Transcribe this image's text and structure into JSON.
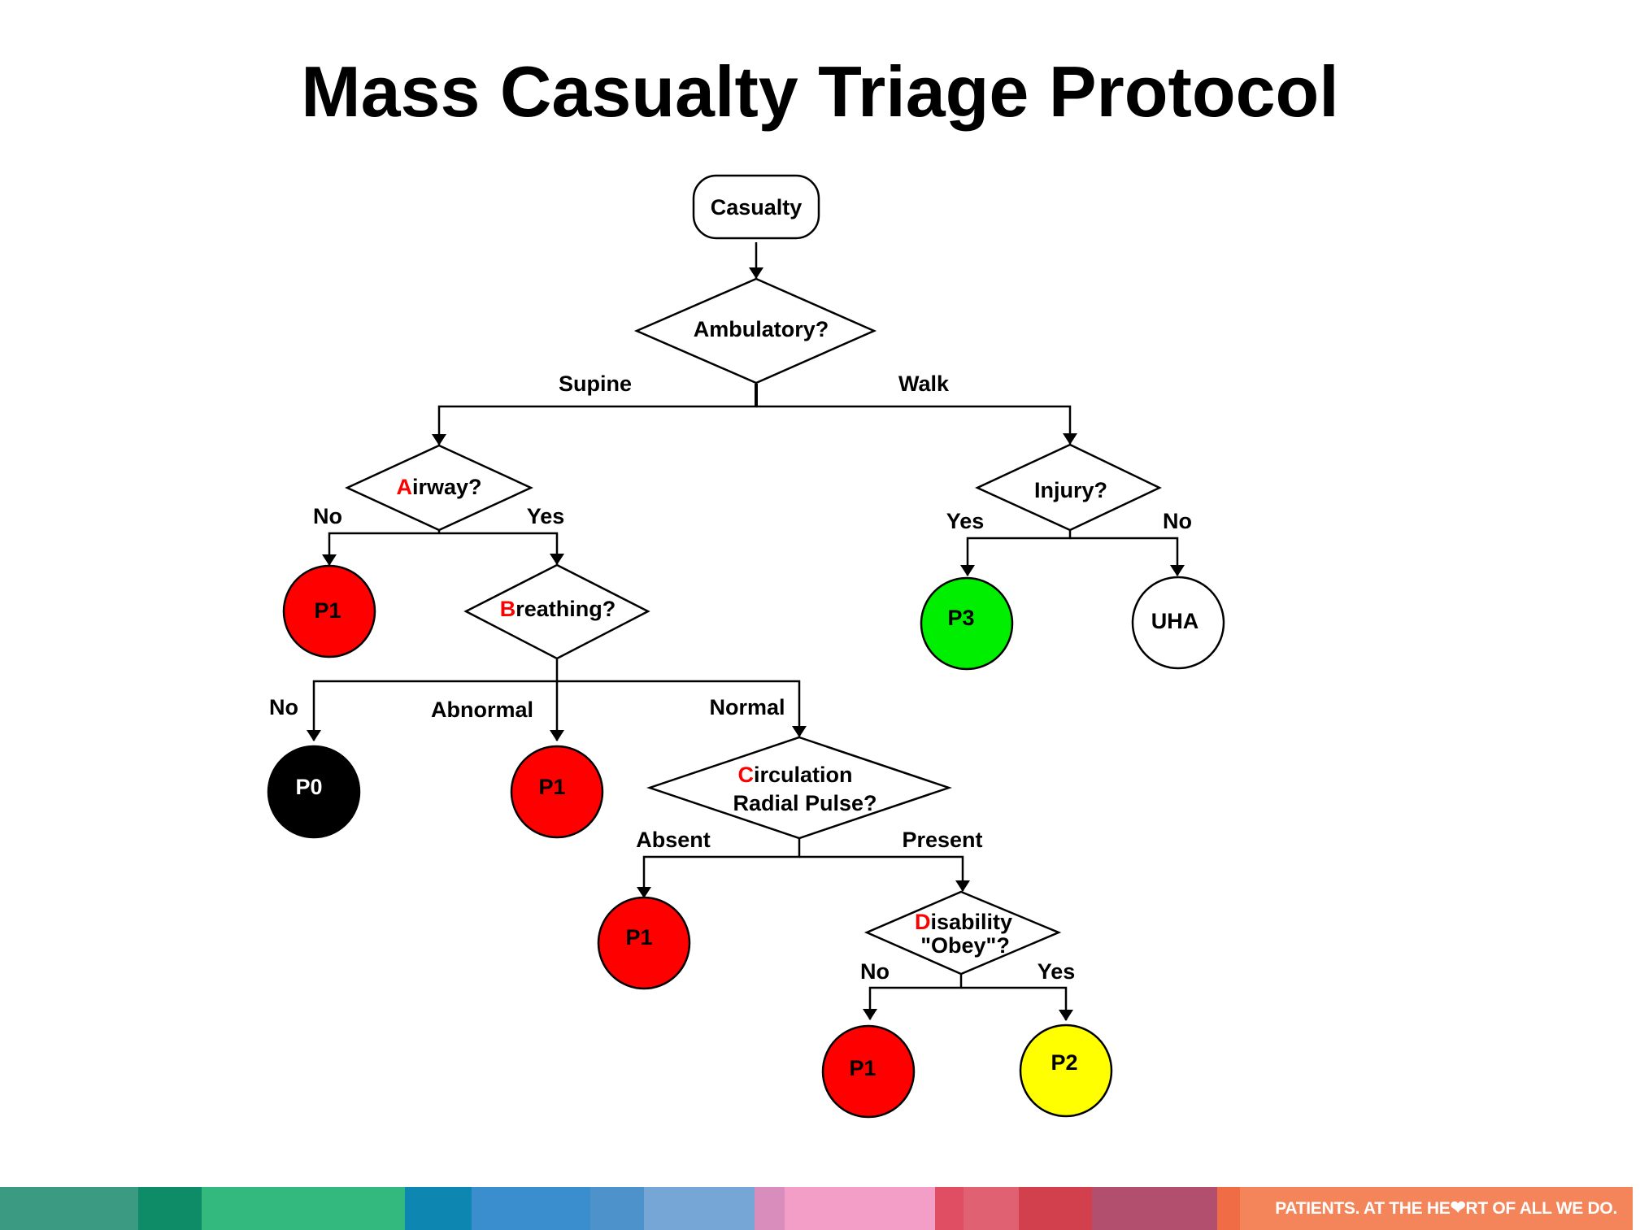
{
  "title": "Mass Casualty Triage Protocol",
  "colors": {
    "red": "#ff0000",
    "green": "#00ee00",
    "yellow": "#ffff00",
    "black": "#000000",
    "white": "#ffffff",
    "letter_highlight": "#ff0000"
  },
  "nodes": {
    "casualty": {
      "label": "Casualty"
    },
    "ambulatory": {
      "label": "Ambulatory?"
    },
    "airway": {
      "first_letter": "A",
      "rest": "irway?"
    },
    "breathing": {
      "first_letter": "B",
      "rest": "reathing?"
    },
    "circulation": {
      "first_letter": "C",
      "rest": "irculation",
      "line2": "Radial Pulse?"
    },
    "disability": {
      "first_letter": "D",
      "rest": "isability",
      "line2": "\"Obey\"?"
    },
    "injury": {
      "label": "Injury?"
    },
    "p1_airway_no": {
      "label": "P1",
      "color": "red"
    },
    "p0_breathing_no": {
      "label": "P0",
      "color": "black"
    },
    "p1_breathing_abnormal": {
      "label": "P1",
      "color": "red"
    },
    "p1_circulation_absent": {
      "label": "P1",
      "color": "red"
    },
    "p1_disability_no": {
      "label": "P1",
      "color": "red"
    },
    "p2_disability_yes": {
      "label": "P2",
      "color": "yellow"
    },
    "p3_injury_yes": {
      "label": "P3",
      "color": "green"
    },
    "uha_injury_no": {
      "label": "UHA",
      "color": "white"
    }
  },
  "edges": {
    "supine": "Supine",
    "walk": "Walk",
    "airway_no": "No",
    "airway_yes": "Yes",
    "breathing_no": "No",
    "breathing_abnormal": "Abnormal",
    "breathing_normal": "Normal",
    "circulation_absent": "Absent",
    "circulation_present": "Present",
    "disability_no": "No",
    "disability_yes": "Yes",
    "injury_yes": "Yes",
    "injury_no": "No"
  },
  "footer": {
    "tagline_before": "PATIENTS. AT THE HE",
    "tagline_after": "RT OF ALL WE DO.",
    "heart_icon": "heart-icon",
    "stripe_colors": [
      "#3a9a82",
      "#0e8c68",
      "#33b87e",
      "#0e86b2",
      "#3a8ece",
      "#4e92cc",
      "#76a6d6",
      "#d88dbd",
      "#f29ec6",
      "#e04e64",
      "#e06272",
      "#d2404e",
      "#b24e6e",
      "#f06c44",
      "#f4855a"
    ]
  }
}
